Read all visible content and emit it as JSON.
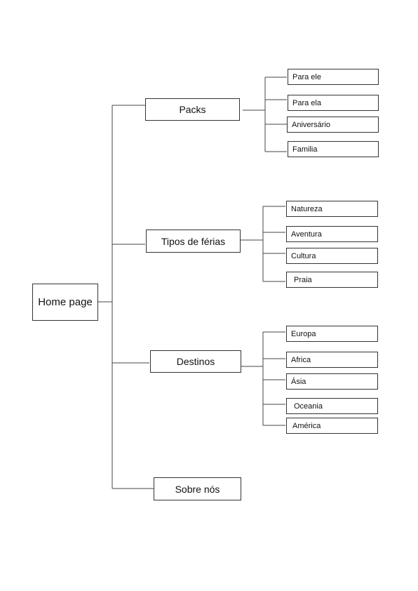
{
  "sitemap": {
    "root": "Home page",
    "sections": [
      {
        "label": "Packs",
        "children": [
          "Para ele",
          "Para ela",
          "Aniversário",
          "Familia"
        ]
      },
      {
        "label": "Tipos de férias",
        "children": [
          "Natureza",
          "Aventura",
          "Cultura",
          "Praia"
        ]
      },
      {
        "label": "Destinos",
        "children": [
          "Europa",
          "Africa",
          "Ásia",
          "Oceania",
          "América"
        ]
      },
      {
        "label": "Sobre nós",
        "children": []
      }
    ]
  }
}
